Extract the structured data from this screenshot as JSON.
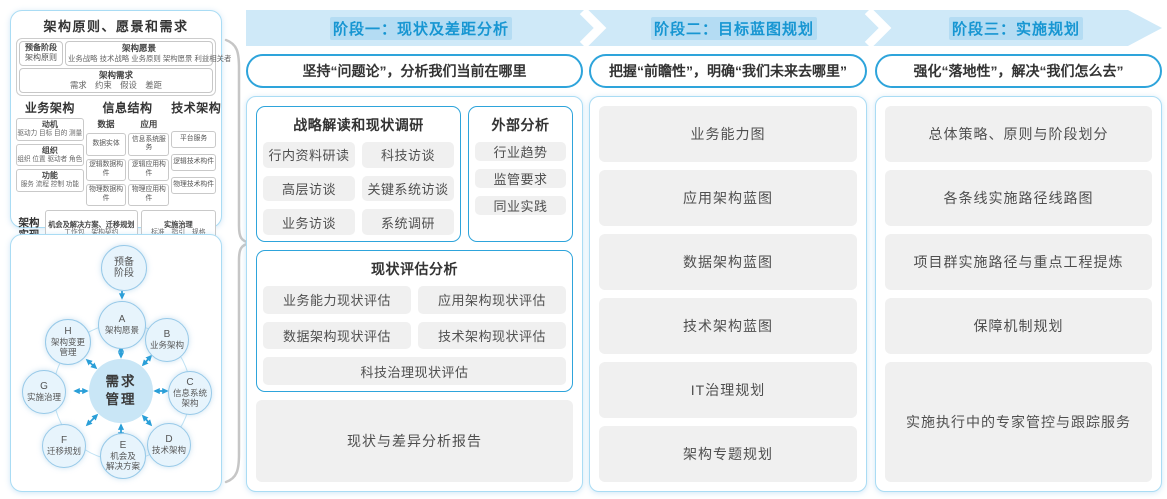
{
  "colors": {
    "accent_blue": "#1796d2",
    "banner_bg": "#cfe9f8",
    "banner_highlight": "#b4dcf3",
    "panel_border": "#aadcf4",
    "blue_box_border": "#2ea4db",
    "item_bg": "#f0f0f0",
    "node_fill": "#e7f4fc",
    "node_border": "#97c9e8",
    "center_node_fill": "#c9e6f6",
    "arrow_blue": "#2a9fd8",
    "brace_gray": "#c6c6c6"
  },
  "principles": {
    "title": "架构原则、愿景和需求",
    "prep": {
      "l1": "预备阶段",
      "l2": "架构原则"
    },
    "vision": {
      "title": "架构愿景",
      "body": "业务战略 技术战略 业务原则 架构愿景 利益相关者"
    },
    "requirements": {
      "title": "架构需求",
      "body": "需求　约束　假设　差距"
    },
    "business": {
      "title": "业务架构",
      "boxes": [
        {
          "t": "动机",
          "b": "驱动力 目标 目的 测量"
        },
        {
          "t": "组织",
          "b": "组织 位置 驱动者 角色"
        },
        {
          "t": "功能",
          "b": "服务 流程 控制 功能"
        }
      ]
    },
    "information": {
      "title": "信息结构",
      "data": {
        "title": "数据",
        "items": [
          "数据实体",
          "逻辑数据构件",
          "物理数据构件"
        ]
      },
      "app": {
        "title": "应用",
        "items": [
          "信息系统服务",
          "逻辑应用构件",
          "物理应用构件"
        ]
      }
    },
    "technology": {
      "title": "技术架构",
      "items": [
        "平台服务",
        "逻辑技术构件",
        "物理技术构件"
      ]
    },
    "realization": {
      "label": {
        "l1": "架构",
        "l2": "实现"
      },
      "opportunity": {
        "t": "机会及解决方案、迁移规划",
        "b": "工作包　架构契约"
      },
      "governance": {
        "t": "实施治理",
        "b": "标准　指引　规格"
      }
    }
  },
  "adm": {
    "prep": {
      "l1": "预备",
      "l2": "阶段"
    },
    "center": {
      "l1": "需求",
      "l2": "管理"
    },
    "nodes": [
      {
        "letter": "A",
        "name": "架构愿景"
      },
      {
        "letter": "B",
        "name": "业务架构"
      },
      {
        "letter": "C",
        "name": "信息系统\n架构"
      },
      {
        "letter": "D",
        "name": "技术架构"
      },
      {
        "letter": "E",
        "name": "机会及\n解决方案"
      },
      {
        "letter": "F",
        "name": "迁移规划"
      },
      {
        "letter": "G",
        "name": "实施治理"
      },
      {
        "letter": "H",
        "name": "架构变更\n管理"
      }
    ]
  },
  "phases": [
    {
      "banner_title": "阶段一：现状及差距分析",
      "subtitle": "坚持“问题论”，分析我们当前在哪里",
      "survey": {
        "title": "战略解读和现状调研",
        "items": [
          "行内资料研读",
          "科技访谈",
          "高层访谈",
          "关键系统访谈",
          "业务访谈",
          "系统调研"
        ]
      },
      "external": {
        "title": "外部分析",
        "items": [
          "行业趋势",
          "监管要求",
          "同业实践"
        ]
      },
      "assessment": {
        "title": "现状评估分析",
        "items": [
          "业务能力现状评估",
          "应用架构现状评估",
          "数据架构现状评估",
          "技术架构现状评估",
          "科技治理现状评估"
        ]
      },
      "report": "现状与差异分析报告"
    },
    {
      "banner_title": "阶段二：目标蓝图规划",
      "subtitle": "把握“前瞻性”，明确“我们未来去哪里”",
      "items": [
        "业务能力图",
        "应用架构蓝图",
        "数据架构蓝图",
        "技术架构蓝图",
        "IT治理规划",
        "架构专题规划"
      ]
    },
    {
      "banner_title": "阶段三：实施规划",
      "subtitle": "强化“落地性”，解决“我们怎么去”",
      "items": [
        "总体策略、原则与阶段划分",
        "各条线实施路径线路图",
        "项目群实施路径与重点工程提炼",
        "保障机制规划",
        "实施执行中的专家管控与跟踪服务"
      ]
    }
  ]
}
